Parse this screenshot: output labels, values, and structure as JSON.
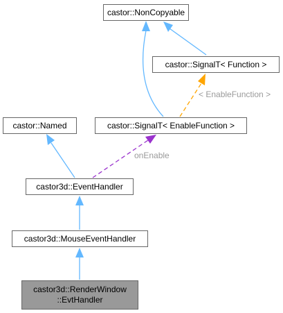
{
  "colors": {
    "inherit_edge": "#63b8ff",
    "template_edge": "#ffa500",
    "usage_edge": "#9a32cd",
    "node_border": "#666666",
    "current_node_fill": "#999999",
    "label_text": "#9a9a9a"
  },
  "nodes": {
    "noncopyable": "castor::NonCopyable",
    "signal_function": "castor::SignalT< Function >",
    "named": "castor::Named",
    "signal_enable": "castor::SignalT< EnableFunction >",
    "event_handler": "castor3d::EventHandler",
    "mouse_event_handler": "castor3d::MouseEventHandler",
    "render_window_line1": "castor3d::RenderWindow",
    "render_window_line2": "::EvtHandler"
  },
  "edge_labels": {
    "template_arg": "< EnableFunction >",
    "member_name": "onEnable"
  }
}
